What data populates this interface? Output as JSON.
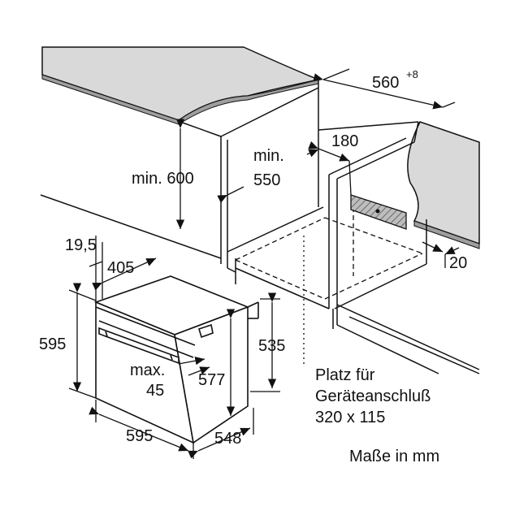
{
  "dimensions": {
    "cabinet_width": "560",
    "cabinet_width_tolerance": "+8",
    "cutout_depth": "180",
    "min_height_label": "min. 600",
    "min_depth_line1": "min.",
    "min_depth_line2": "550",
    "offset_19_5": "19,5",
    "depth_405": "405",
    "height_595": "595",
    "max_line1": "max.",
    "max_line2": "45",
    "height_577": "577",
    "height_535": "535",
    "width_595": "595",
    "depth_548": "548",
    "gap_20": "20"
  },
  "notes": {
    "connection_line1": "Platz für",
    "connection_line2": "Geräteanschluß",
    "connection_line3": "320 x 115",
    "units": "Maße in mm"
  },
  "colors": {
    "countertop": "#d9d9d9",
    "hatch": "#555555",
    "line": "#111111"
  }
}
